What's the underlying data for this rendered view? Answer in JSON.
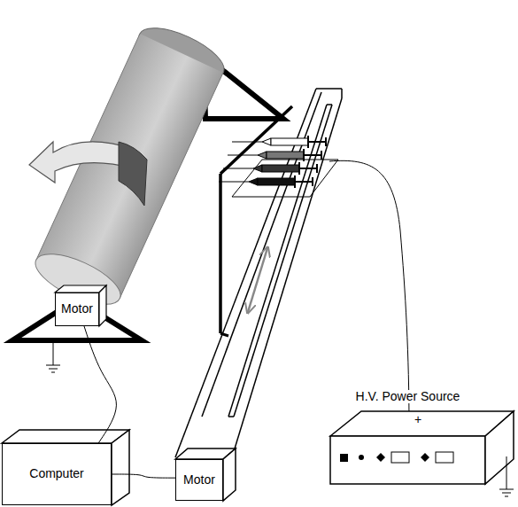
{
  "diagram": {
    "nodes": [
      {
        "text": [
          "Motor"
        ]
      },
      {
        "text": [
          "Computer"
        ]
      },
      {
        "text": [
          "Motor"
        ]
      },
      {
        "text": [
          "H.V. Power Source"
        ]
      }
    ],
    "edges": [
      {
        "from": 0,
        "to": 1,
        "arrow": "none"
      },
      {
        "from": 1,
        "to": 2,
        "arrow": "none"
      }
    ],
    "labels": [
      "+"
    ]
  }
}
